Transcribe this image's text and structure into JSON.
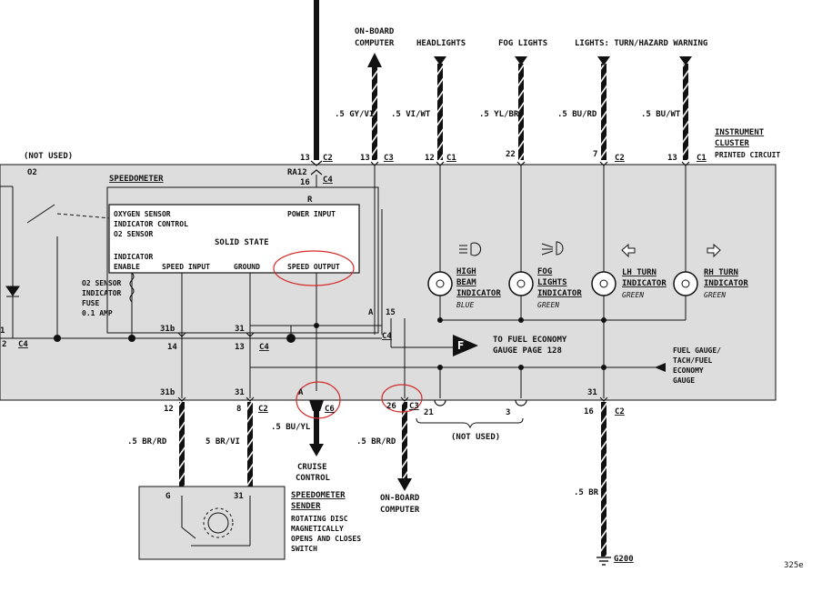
{
  "top_labels": {
    "onboard_computer_1": "ON-BOARD",
    "onboard_computer_2": "COMPUTER",
    "headlights": "HEADLIGHTS",
    "fog_lights": "FOG LIGHTS",
    "turn_hazard": "LIGHTS: TURN/HAZARD WARNING"
  },
  "wires_top": {
    "gy_vi": ".5 GY/VI",
    "vi_wt": ".5 VI/WT",
    "yl_br": ".5 YL/BR",
    "bu_rd": ".5 BU/RD",
    "bu_wt": ".5 BU/WT"
  },
  "cluster": {
    "title_1": "INSTRUMENT",
    "title_2": "CLUSTER",
    "title_3": "PRINTED CIRCUIT"
  },
  "not_used_top": "(NOT USED)",
  "o2": "O2",
  "speedometer": "SPEEDOMETER",
  "solid_state": {
    "title": "SOLID STATE",
    "o2_sensor_1": "OXYGEN SENSOR",
    "o2_sensor_2": "INDICATOR CONTROL",
    "o2_sensor_3": "O2 SENSOR",
    "o2_sensor_4": "INDICATOR",
    "o2_sensor_5": "ENABLE",
    "power_input": "POWER INPUT",
    "speed_input": "SPEED INPUT",
    "ground": "GROUND",
    "speed_output": "SPEED OUTPUT"
  },
  "fuse": {
    "l1": "O2 SENSOR",
    "l2": "INDICATOR",
    "l3": "FUSE",
    "l4": "0.1 AMP"
  },
  "indicators": {
    "high_beam_1": "HIGH",
    "high_beam_2": "BEAM",
    "high_beam_3": "INDICATOR",
    "high_beam_color": "BLUE",
    "fog_1": "FOG",
    "fog_2": "LIGHTS",
    "fog_3": "INDICATOR",
    "fog_color": "GREEN",
    "lh_1": "LH TURN",
    "lh_2": "INDICATOR",
    "lh_color": "GREEN",
    "rh_1": "RH TURN",
    "rh_2": "INDICATOR",
    "rh_color": "GREEN"
  },
  "fuel_economy": {
    "letter": "F",
    "l1": "TO FUEL ECONOMY",
    "l2": "GAUGE PAGE 128"
  },
  "fuel_gauge": {
    "l1": "FUEL GAUGE/",
    "l2": "TACH/FUEL",
    "l3": "ECONOMY",
    "l4": "GAUGE"
  },
  "connectors": {
    "c1": "C1",
    "c2": "C2",
    "c3": "C3",
    "c4": "C4",
    "c6": "C6",
    "ra12": "RA12",
    "r": "R",
    "a": "A",
    "g": "G"
  },
  "pins": {
    "p13": "13",
    "p12": "12",
    "p22": "22",
    "p7": "7",
    "p16": "16",
    "p15": "15",
    "p31": "31",
    "p31b": "31b",
    "p14": "14",
    "p8": "8",
    "p26": "26",
    "p21": "21",
    "p3": "3",
    "p1": "1",
    "p2": "2"
  },
  "wires_bottom": {
    "br_rd": ".5 BR/RD",
    "br_vi": "5 BR/VI",
    "bu_yl": ".5 BU/YL",
    "br_rd_2": ".5 BR/RD",
    "br": ".5 BR"
  },
  "not_used_bottom": "(NOT USED)",
  "cruise": {
    "l1": "CRUISE",
    "l2": "CONTROL"
  },
  "onboard_bottom": {
    "l1": "ON-BOARD",
    "l2": "COMPUTER"
  },
  "sender": {
    "l1": "SPEEDOMETER",
    "l2": "SENDER",
    "l3": "ROTATING DISC",
    "l4": "MAGNETICALLY",
    "l5": "OPENS AND CLOSES",
    "l6": "SWITCH"
  },
  "ground": "G200",
  "page_ref": "325e",
  "colors": {
    "panel": "#dddddd",
    "ink": "#111111",
    "annotation": "#d42a2a"
  }
}
